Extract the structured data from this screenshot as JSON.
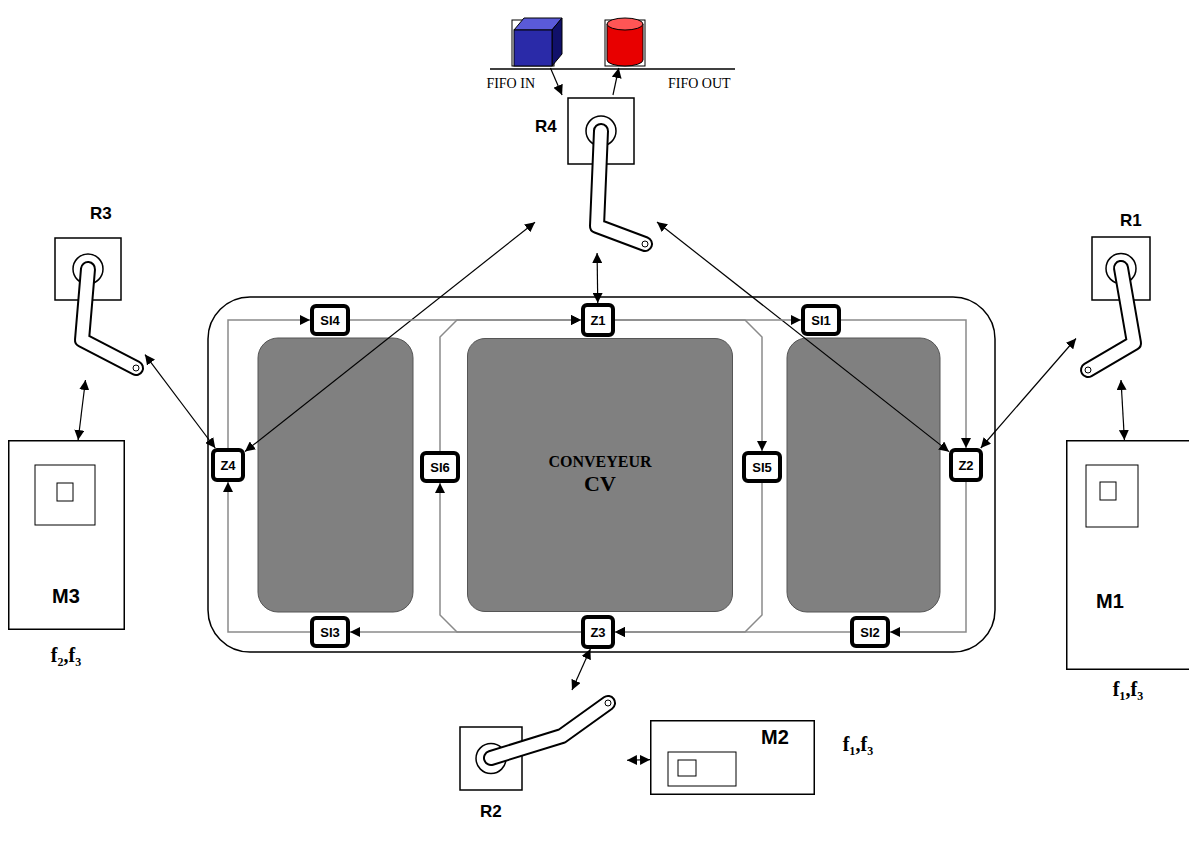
{
  "diagram": {
    "nodes": [
      {
        "text": [
          "FIFO IN"
        ]
      },
      {
        "text": [
          "FIFO OUT"
        ]
      },
      {
        "text": [
          "R4"
        ]
      },
      {
        "text": [
          "R3"
        ]
      },
      {
        "text": [
          "R1"
        ]
      },
      {
        "text": [
          "SI4"
        ]
      },
      {
        "text": [
          "Z1"
        ]
      },
      {
        "text": [
          "SI1"
        ]
      },
      {
        "text": [
          "Z4"
        ]
      },
      {
        "text": [
          "SI6"
        ]
      },
      {
        "text": [
          "CONVEYEUR",
          "CV"
        ]
      },
      {
        "text": [
          "SI5"
        ]
      },
      {
        "text": [
          "Z2"
        ]
      },
      {
        "text": [
          "M3"
        ]
      },
      {
        "text": [
          "M1"
        ]
      },
      {
        "text": [
          "SI3"
        ]
      },
      {
        "text": [
          "Z3"
        ]
      },
      {
        "text": [
          "SI2"
        ]
      },
      {
        "text": [
          "R2"
        ]
      },
      {
        "text": [
          "M2"
        ]
      }
    ],
    "edges": [
      {
        "from": 0,
        "to": 2,
        "arrow": "to"
      },
      {
        "from": 2,
        "to": 1,
        "arrow": "to"
      },
      {
        "from": 2,
        "to": 6,
        "arrow": "both"
      },
      {
        "from": 2,
        "to": 12,
        "arrow": "both"
      },
      {
        "from": 2,
        "to": 8,
        "arrow": "both"
      },
      {
        "from": 3,
        "to": 8,
        "arrow": "both"
      },
      {
        "from": 3,
        "to": 13,
        "arrow": "both"
      },
      {
        "from": 4,
        "to": 12,
        "arrow": "both"
      },
      {
        "from": 4,
        "to": 14,
        "arrow": "both"
      },
      {
        "from": 18,
        "to": 16,
        "arrow": "both"
      },
      {
        "from": 18,
        "to": 19,
        "arrow": "both"
      },
      {
        "from": 5,
        "to": 6,
        "arrow": "to"
      },
      {
        "from": 6,
        "to": 7,
        "arrow": "to"
      },
      {
        "from": 7,
        "to": 12,
        "arrow": "to"
      },
      {
        "from": 12,
        "to": 17,
        "arrow": "to"
      },
      {
        "from": 17,
        "to": 16,
        "arrow": "to"
      },
      {
        "from": 16,
        "to": 15,
        "arrow": "to"
      },
      {
        "from": 15,
        "to": 8,
        "arrow": "to"
      },
      {
        "from": 8,
        "to": 5,
        "arrow": "to"
      },
      {
        "from": 6,
        "to": 11,
        "arrow": "to"
      },
      {
        "from": 11,
        "to": 16,
        "arrow": "to"
      },
      {
        "from": 16,
        "to": 9,
        "arrow": "to"
      },
      {
        "from": 9,
        "to": 6,
        "arrow": "to"
      }
    ],
    "labels": [
      "f₂,f₃",
      "f₁,f₃",
      "f₁,f₃"
    ]
  }
}
